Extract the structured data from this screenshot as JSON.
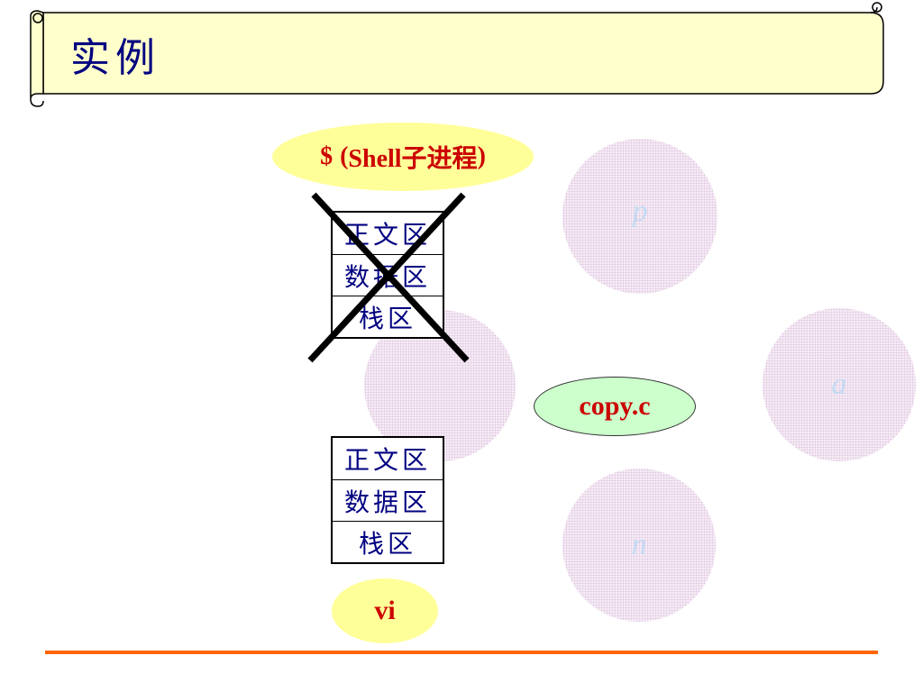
{
  "slide": {
    "title": "实例"
  },
  "shell_process": {
    "dollar": "$",
    "open_paren": "(",
    "text": "Shell子进程",
    "close_paren": ")"
  },
  "old_memory_image": {
    "segments": [
      "正文区",
      "数据区",
      "栈区"
    ],
    "crossed_out": true
  },
  "new_memory_image": {
    "segments": [
      "正文区",
      "数据区",
      "栈区"
    ]
  },
  "program": {
    "name": "vi"
  },
  "source_file": {
    "name": "copy.c"
  },
  "faded_bubbles": [
    {
      "label": "p"
    },
    {
      "label": ""
    },
    {
      "label": "a"
    },
    {
      "label": "n"
    }
  ],
  "colors": {
    "title_text": "#000080",
    "highlight_fill": "#ffff99",
    "label_red": "#cc0000",
    "file_fill": "#ccffcc",
    "rule_orange": "#ff6600",
    "banner_fill": "#ffffcc"
  }
}
